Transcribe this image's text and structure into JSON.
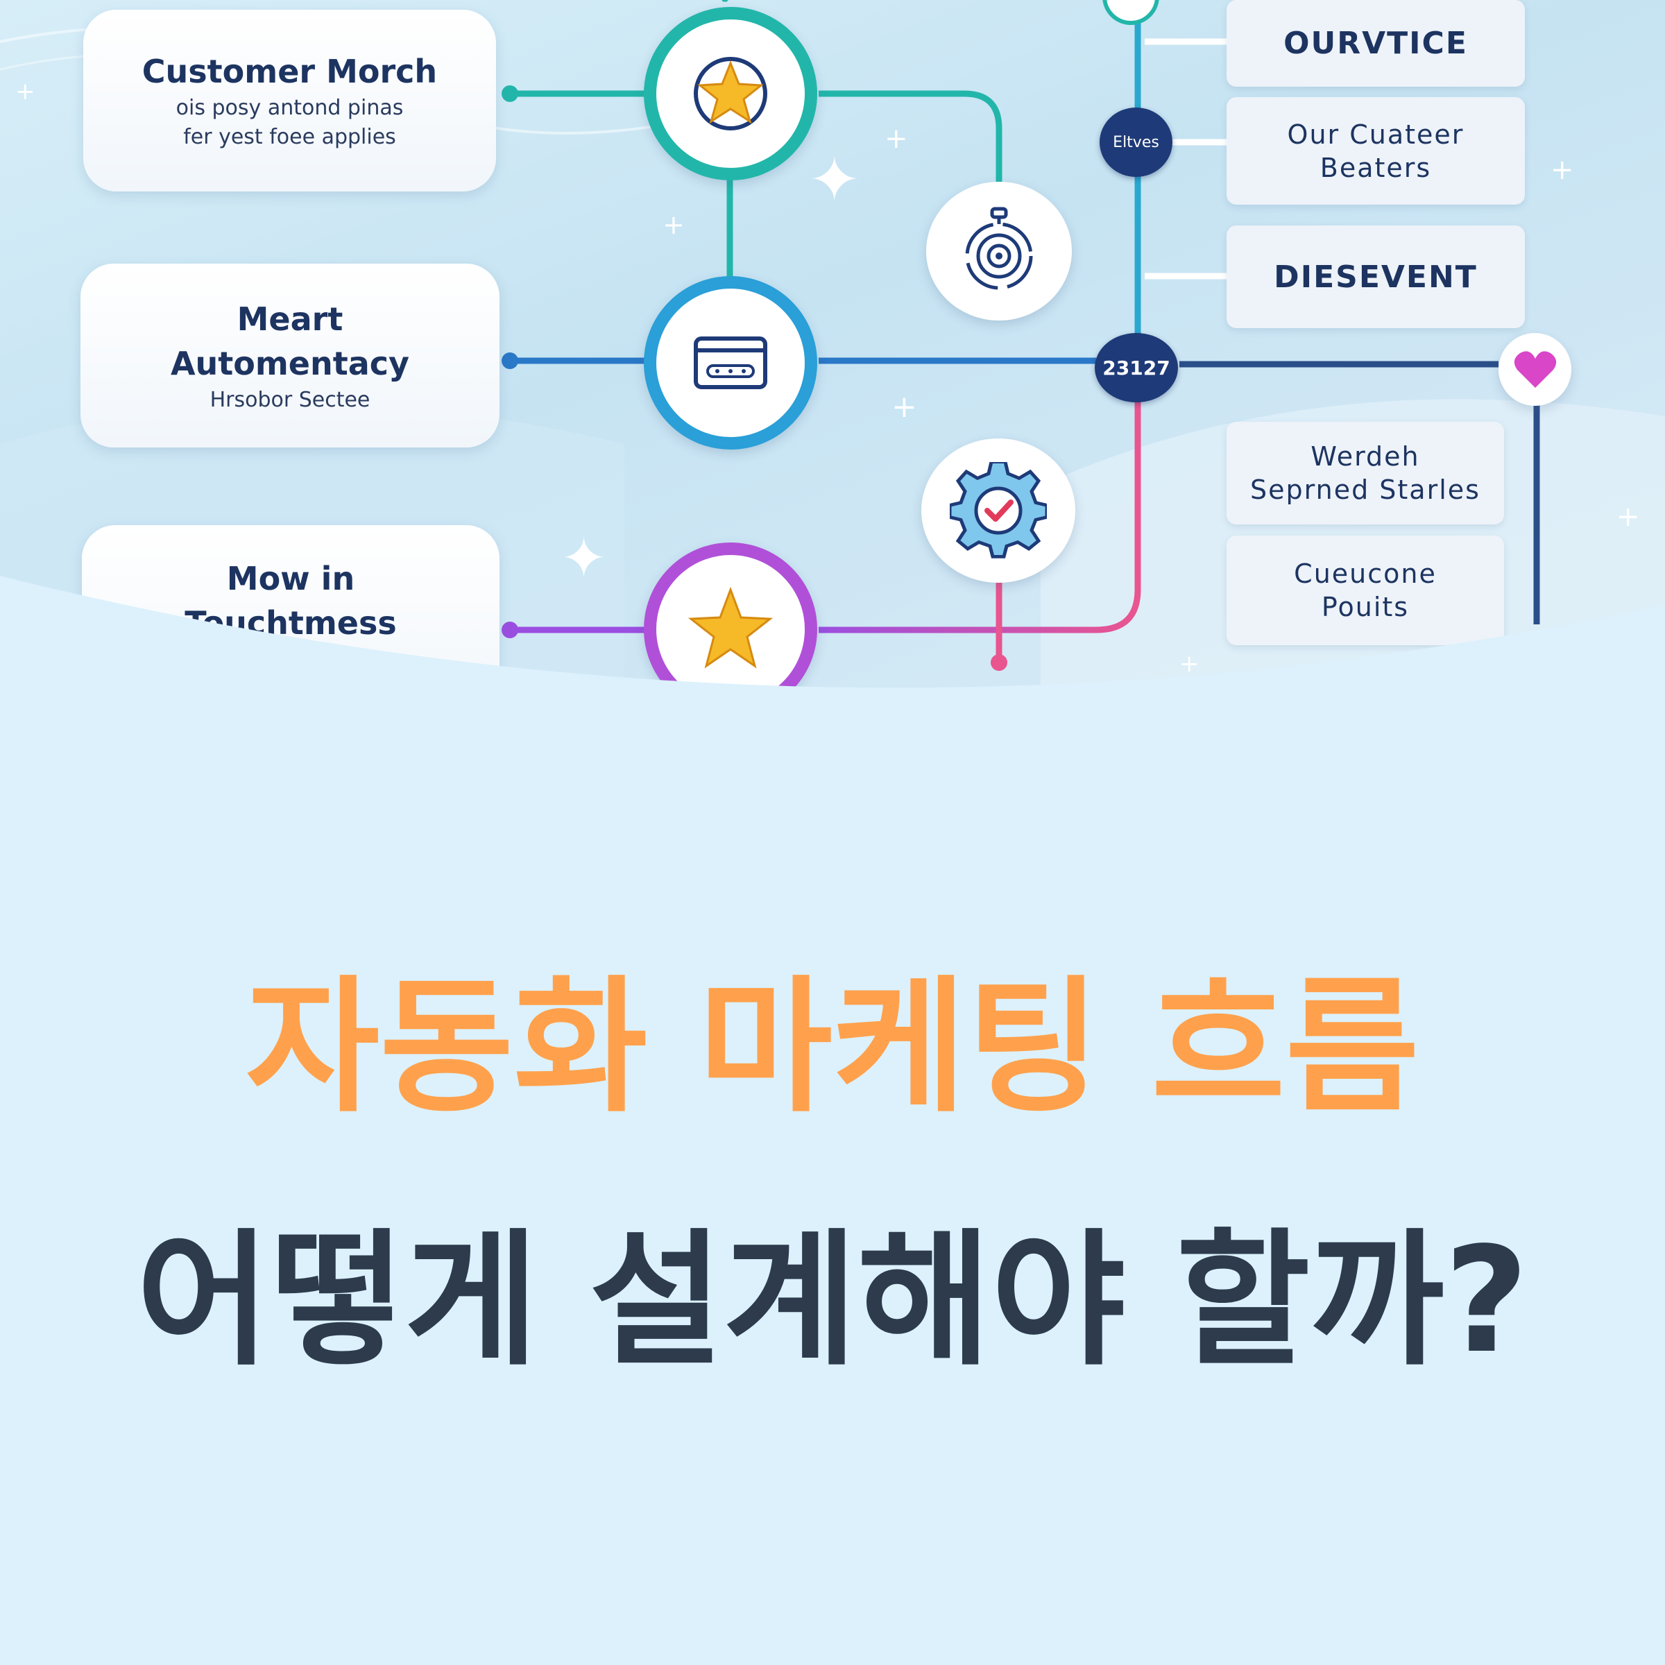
{
  "diagram": {
    "cards": [
      {
        "title": "Customer Morch",
        "sub1": "ois posy antond pinas",
        "sub2": "fer yest foee applies"
      },
      {
        "title1": "Meart",
        "title2": "Automentacy",
        "sub": "Hrsobor Sectee"
      },
      {
        "title1": "Mow in",
        "title2": "Touchtmess"
      }
    ],
    "right_boxes": [
      {
        "text": "OURVTICE"
      },
      {
        "line1": "Our Cuateer",
        "line2": "Beaters"
      },
      {
        "text": "DIESEVENT"
      },
      {
        "line1": "Werdeh",
        "line2": "Seprned Starles"
      },
      {
        "line1": "Cueucone",
        "line2": "Pouits"
      }
    ],
    "badges": {
      "small": "Eltves",
      "large": "23127"
    },
    "icons": {
      "node_top": "star-icon",
      "node_mid": "card-icon",
      "node_bottom": "star-icon",
      "node_target": "target-icon",
      "node_gear": "gear-check-icon",
      "node_heart": "heart-icon"
    },
    "colors": {
      "teal": "#22b6aa",
      "blue": "#2a9fd8",
      "purple": "#9b4fe0",
      "pink": "#e9558f",
      "navy": "#1e3a78",
      "star": "#f6b928"
    }
  },
  "headline": {
    "line1": "자동화 마케팅 흐름",
    "line2": "어떻게 설계해야 할까?",
    "line1_color": "#ffa14c",
    "line2_color": "#2d3b4d"
  }
}
